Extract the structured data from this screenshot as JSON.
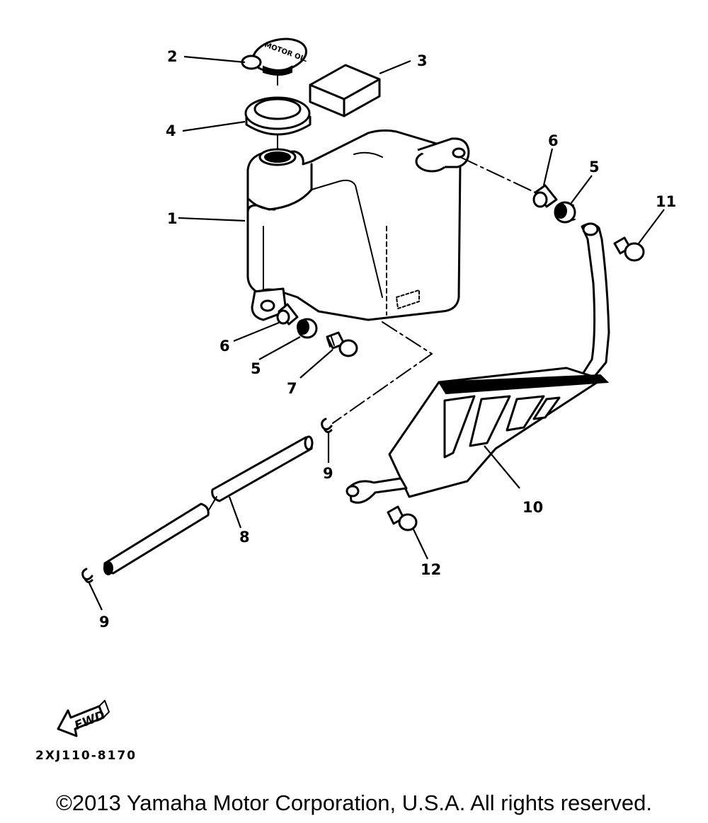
{
  "callouts": {
    "c1": "1",
    "c2": "2",
    "c3": "3",
    "c4": "4",
    "c5a": "5",
    "c5b": "5",
    "c6a": "6",
    "c6b": "6",
    "c7": "7",
    "c8": "8",
    "c9a": "9",
    "c9b": "9",
    "c10": "10",
    "c11": "11",
    "c12": "12"
  },
  "cap_text": "MOTOR OIL",
  "fwd_label": "FWD",
  "diagram_code": "2XJ110-8170",
  "copyright": "©2013 Yamaha Motor Corporation, U.S.A. All rights reserved."
}
